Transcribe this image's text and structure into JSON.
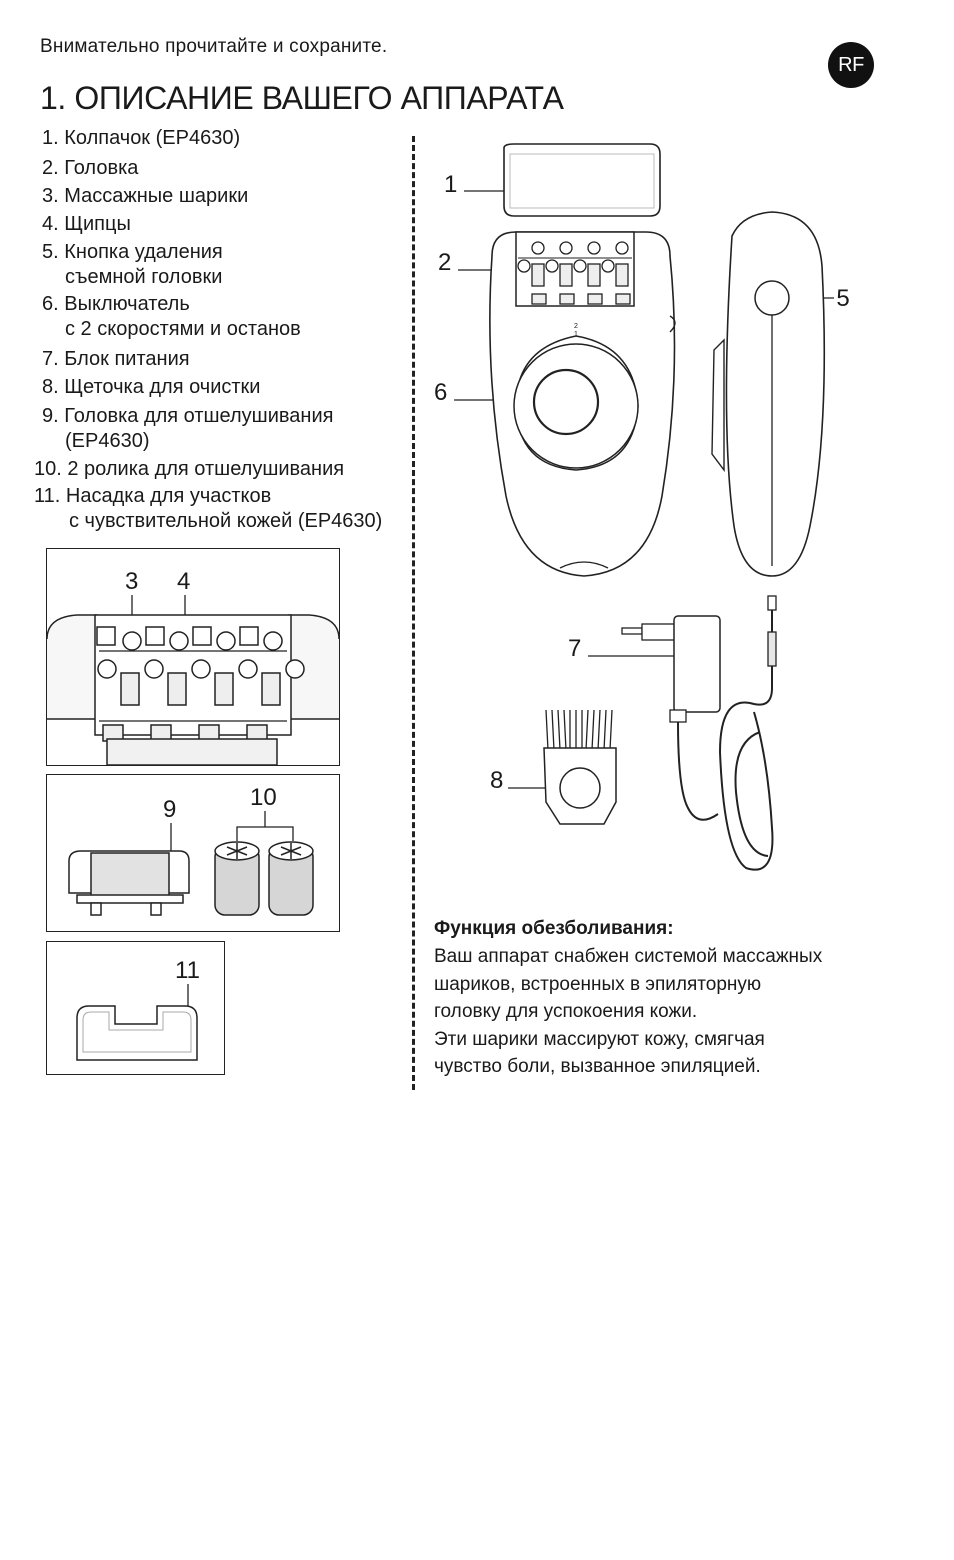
{
  "header": {
    "intro": "Внимательно прочитайте и сохраните.",
    "lang_badge": "RF",
    "title": "1. ОПИСАНИЕ ВАШЕГО АППАРАТА"
  },
  "parts": [
    {
      "num": "1.",
      "line1": "Колпачок (EP4630)",
      "line2": ""
    },
    {
      "num": "2.",
      "line1": "Головка",
      "line2": ""
    },
    {
      "num": "3.",
      "line1": "Массажные шарики",
      "line2": ""
    },
    {
      "num": "4.",
      "line1": "Щипцы",
      "line2": ""
    },
    {
      "num": "5.",
      "line1": "Кнопка удаления",
      "line2": "съемной головки"
    },
    {
      "num": "6.",
      "line1": "Выключатель",
      "line2": "с 2 скоростями и останов"
    },
    {
      "num": "7.",
      "line1": "Блок питания",
      "line2": ""
    },
    {
      "num": "8.",
      "line1": "Щеточка для очистки",
      "line2": ""
    },
    {
      "num": "9.",
      "line1": "Головка для отшелушивания",
      "line2": "(EP4630)"
    },
    {
      "num": "10.",
      "line1": "2 ролика для отшелушивания",
      "line2": ""
    },
    {
      "num": "11.",
      "line1": "Насадка для участков",
      "line2": "с чувствительной кожей (EP4630)"
    }
  ],
  "callouts": {
    "c1": "1",
    "c2": "2",
    "c3": "3",
    "c4": "4",
    "c5": "5",
    "c6": "6",
    "c7": "7",
    "c8": "8",
    "c9": "9",
    "c10": "10",
    "c11": "11",
    "speed_2": "2",
    "speed_1": "1"
  },
  "function_section": {
    "title": "Функция обезболивания:",
    "lines": [
      "Ваш аппарат снабжен системой массажных",
      "шариков, встроенных в эпиляторную",
      "головку для успокоения кожи.",
      "Эти шарики массируют кожу, смягчая",
      "чувство боли, вызванное эпиляцией."
    ]
  },
  "icons": {
    "epilator_front": "epilator-front-illustration",
    "epilator_side": "epilator-side-illustration",
    "adapter": "power-adapter-illustration",
    "brush": "cleaning-brush-illustration"
  }
}
